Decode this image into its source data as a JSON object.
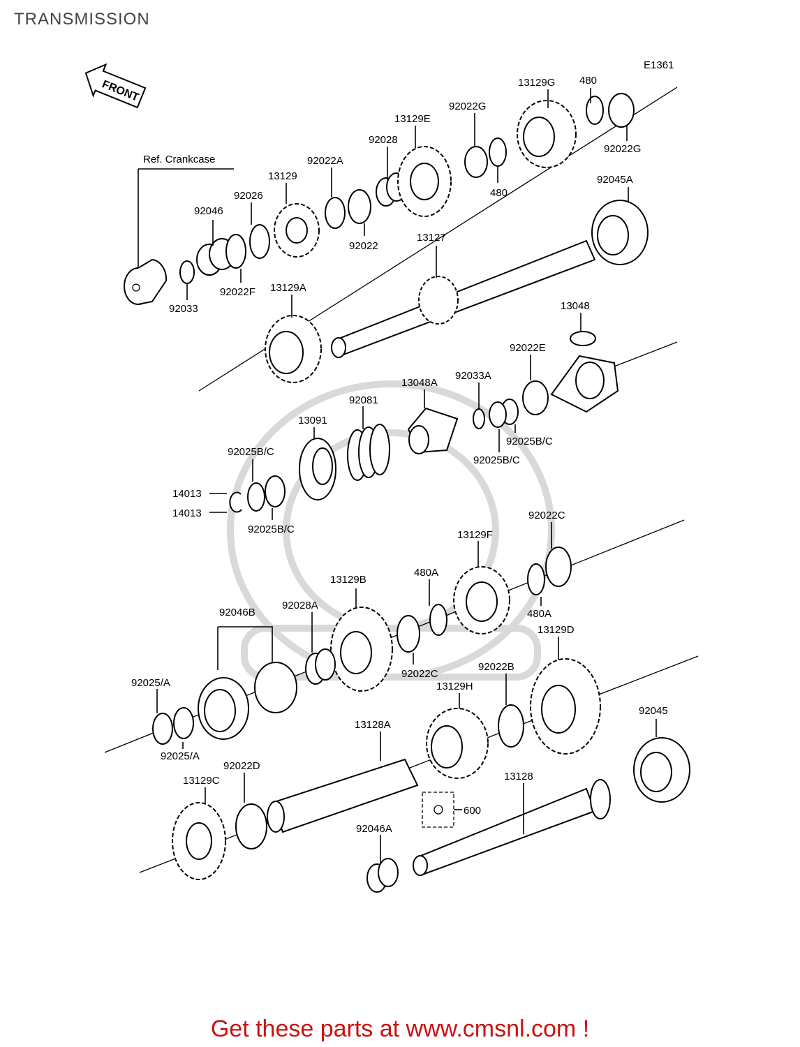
{
  "header": {
    "title": "TRANSMISSION",
    "code": "E1361"
  },
  "diagram": {
    "front_label": "FRONT",
    "ref_label": "Ref. Crankcase",
    "parts": [
      {
        "id": "p13129G",
        "label": "13129G"
      },
      {
        "id": "p480a",
        "label": "480"
      },
      {
        "id": "p92022G_top",
        "label": "92022G"
      },
      {
        "id": "p13129E",
        "label": "13129E"
      },
      {
        "id": "p92028",
        "label": "92028"
      },
      {
        "id": "p92022Ga",
        "label": "92022G"
      },
      {
        "id": "p480b",
        "label": "480"
      },
      {
        "id": "p92022A",
        "label": "92022A"
      },
      {
        "id": "p13129",
        "label": "13129"
      },
      {
        "id": "p92026",
        "label": "92026"
      },
      {
        "id": "p92046",
        "label": "92046"
      },
      {
        "id": "p92045A",
        "label": "92045A"
      },
      {
        "id": "p92022",
        "label": "92022"
      },
      {
        "id": "p13127",
        "label": "13127"
      },
      {
        "id": "p92022F",
        "label": "92022F"
      },
      {
        "id": "p92033",
        "label": "92033"
      },
      {
        "id": "p13129A",
        "label": "13129A"
      },
      {
        "id": "p13048",
        "label": "13048"
      },
      {
        "id": "p92022E",
        "label": "92022E"
      },
      {
        "id": "p92033A",
        "label": "92033A"
      },
      {
        "id": "p13048A",
        "label": "13048A"
      },
      {
        "id": "p92081",
        "label": "92081"
      },
      {
        "id": "p13091",
        "label": "13091"
      },
      {
        "id": "p92025BC_a",
        "label": "92025B/C"
      },
      {
        "id": "p92025BC_b",
        "label": "92025B/C"
      },
      {
        "id": "p92025BC_c",
        "label": "92025B/C"
      },
      {
        "id": "p92025BC_d",
        "label": "92025B/C"
      },
      {
        "id": "p14013a",
        "label": "14013"
      },
      {
        "id": "p14013b",
        "label": "14013"
      },
      {
        "id": "p92022C_top",
        "label": "92022C"
      },
      {
        "id": "p13129F",
        "label": "13129F"
      },
      {
        "id": "p480A_top",
        "label": "480A"
      },
      {
        "id": "p480A_bot",
        "label": "480A"
      },
      {
        "id": "p13129B",
        "label": "13129B"
      },
      {
        "id": "p92028A",
        "label": "92028A"
      },
      {
        "id": "p92046B",
        "label": "92046B"
      },
      {
        "id": "p13129D",
        "label": "13129D"
      },
      {
        "id": "p92022C_bot",
        "label": "92022C"
      },
      {
        "id": "p92022B",
        "label": "92022B"
      },
      {
        "id": "p92025A_top",
        "label": "92025/A"
      },
      {
        "id": "p92025A_bot",
        "label": "92025/A"
      },
      {
        "id": "p13129H",
        "label": "13129H"
      },
      {
        "id": "p92045",
        "label": "92045"
      },
      {
        "id": "p13128A",
        "label": "13128A"
      },
      {
        "id": "p92022D",
        "label": "92022D"
      },
      {
        "id": "p13129C",
        "label": "13129C"
      },
      {
        "id": "p13128",
        "label": "13128"
      },
      {
        "id": "p600",
        "label": "600"
      },
      {
        "id": "p92046A",
        "label": "92046A"
      }
    ]
  },
  "footer": {
    "text": "Get these parts at www.cmsnl.com !",
    "color": "#cc1111"
  }
}
